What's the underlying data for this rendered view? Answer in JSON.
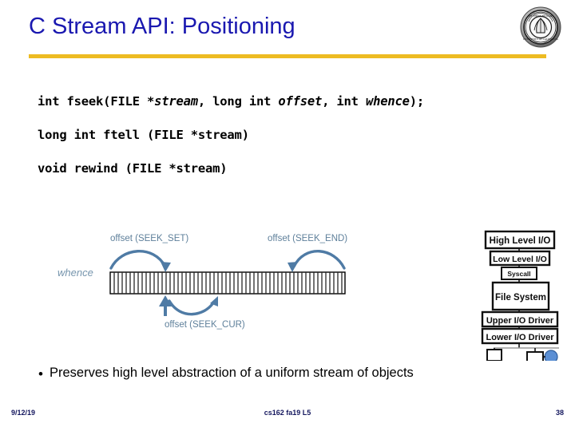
{
  "slide": {
    "title": "C Stream API: Positioning",
    "accent_color": "#edbb22",
    "title_color": "#1a18b0",
    "logo_name": "uc-berkeley-seal"
  },
  "code": {
    "lines": [
      {
        "parts": [
          {
            "text": "int fseek(FILE *",
            "italic": false
          },
          {
            "text": "stream",
            "italic": true
          },
          {
            "text": ", long int ",
            "italic": false
          },
          {
            "text": "offset",
            "italic": true
          },
          {
            "text": ", int ",
            "italic": false
          },
          {
            "text": "whence",
            "italic": true
          },
          {
            "text": ");",
            "italic": false
          }
        ]
      },
      {
        "parts": [
          {
            "text": "long int ftell (FILE *stream)",
            "italic": false
          }
        ]
      },
      {
        "parts": [
          {
            "text": "void rewind (FILE *stream)",
            "italic": false
          }
        ]
      }
    ]
  },
  "stream_diagram": {
    "whence_label": "whence",
    "label_seek_set": "offset (SEEK_SET)",
    "label_seek_end": "offset (SEEK_END)",
    "label_seek_cur": "offset (SEEK_CUR)",
    "arrow_color": "#4f7ba5",
    "label_color": "#5f809b",
    "bar_outline_color": "#000000"
  },
  "io_stack": {
    "layers": [
      "High Level I/O",
      "Low Level I/O",
      "Syscall",
      "File System",
      "Upper I/O Driver",
      "Lower I/O Driver"
    ],
    "device_fill": "#ffffff",
    "device_accent": "#5b8fd4"
  },
  "bullet": {
    "marker": "•",
    "text": "Preserves high level abstraction of a uniform stream of objects"
  },
  "footer": {
    "date": "9/12/19",
    "course": "cs162 fa19 L5",
    "page": "38",
    "color": "#14175e"
  }
}
